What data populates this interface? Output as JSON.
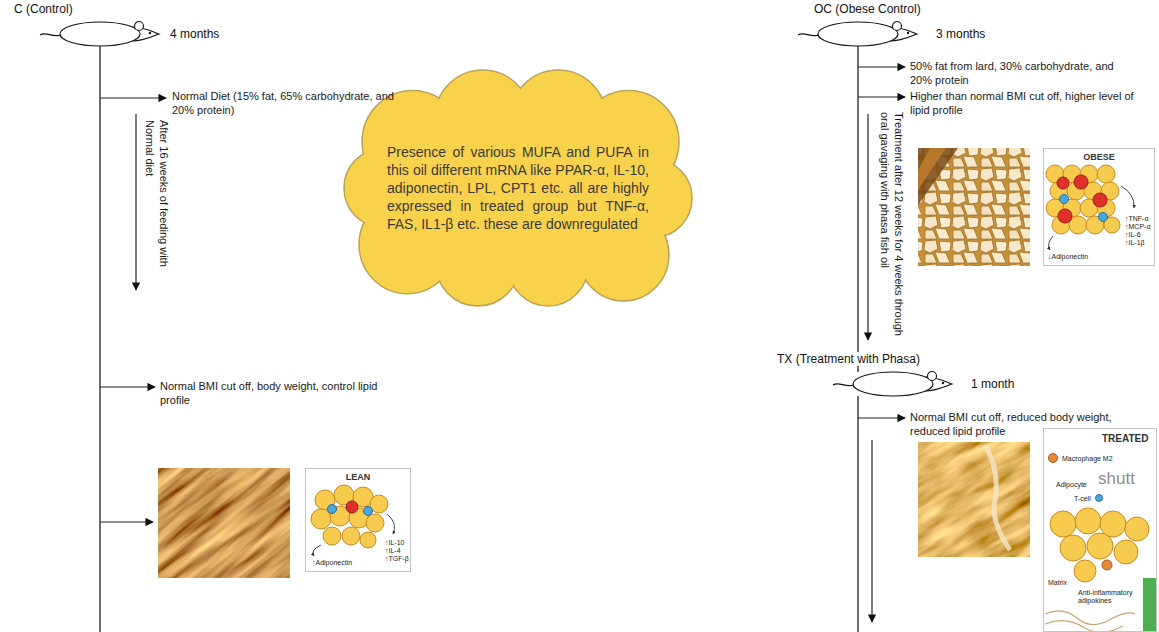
{
  "diagram": {
    "nodes": [
      {
        "text": [
          "C (Control)",
          "4 months"
        ]
      },
      {
        "text": [
          "OC (Obese Control)",
          "3 months"
        ]
      },
      {
        "text": [
          "Presence of various MUFA and PUFA in this oil different mRNA like PPAR-α, IL-10, adiponectin, LPL, CPT1 etc. all are highly expressed in treated group but TNF-α, FAS, IL1-β etc. these are downregulated"
        ]
      },
      {
        "text": [
          "OBESE",
          "↓Adiponectin",
          "↑TNF-α ↑MCP-α ↑IL-6 ↑IL-1β"
        ]
      },
      {
        "text": [
          "TX (Treatment with Phasa)",
          "1 month"
        ]
      },
      {
        "text": [
          "LEAN",
          "↑Adiponectin",
          "↑IL-10 ↑IL-4 ↑TGF-β"
        ]
      },
      {
        "text": [
          "TREATED",
          "Macrophage M2",
          "Adipocyte",
          "T-cell",
          "Matrix",
          "Anti-inflammatory adipokines"
        ]
      }
    ],
    "edges": [
      {
        "from": 1,
        "to": 4,
        "arrow": "none"
      }
    ],
    "labels": [
      "Normal Diet (15% fat, 65% carbohydrate, and 20% protein)",
      "After 16 weeks of feeding with Normal diet",
      "Normal BMI cut off, body weight, control lipid profile",
      "50% fat from lard, 30% carbohydrate, and 20% protein",
      "Higher than normal BMI cut off, higher level of lipid profile",
      "Treatment after 12 weeks for 4 weeks through oral gavaging with phasa fish oil",
      "Normal BMI cut off, reduced body weight, reduced lipid profile",
      "shutt"
    ]
  }
}
